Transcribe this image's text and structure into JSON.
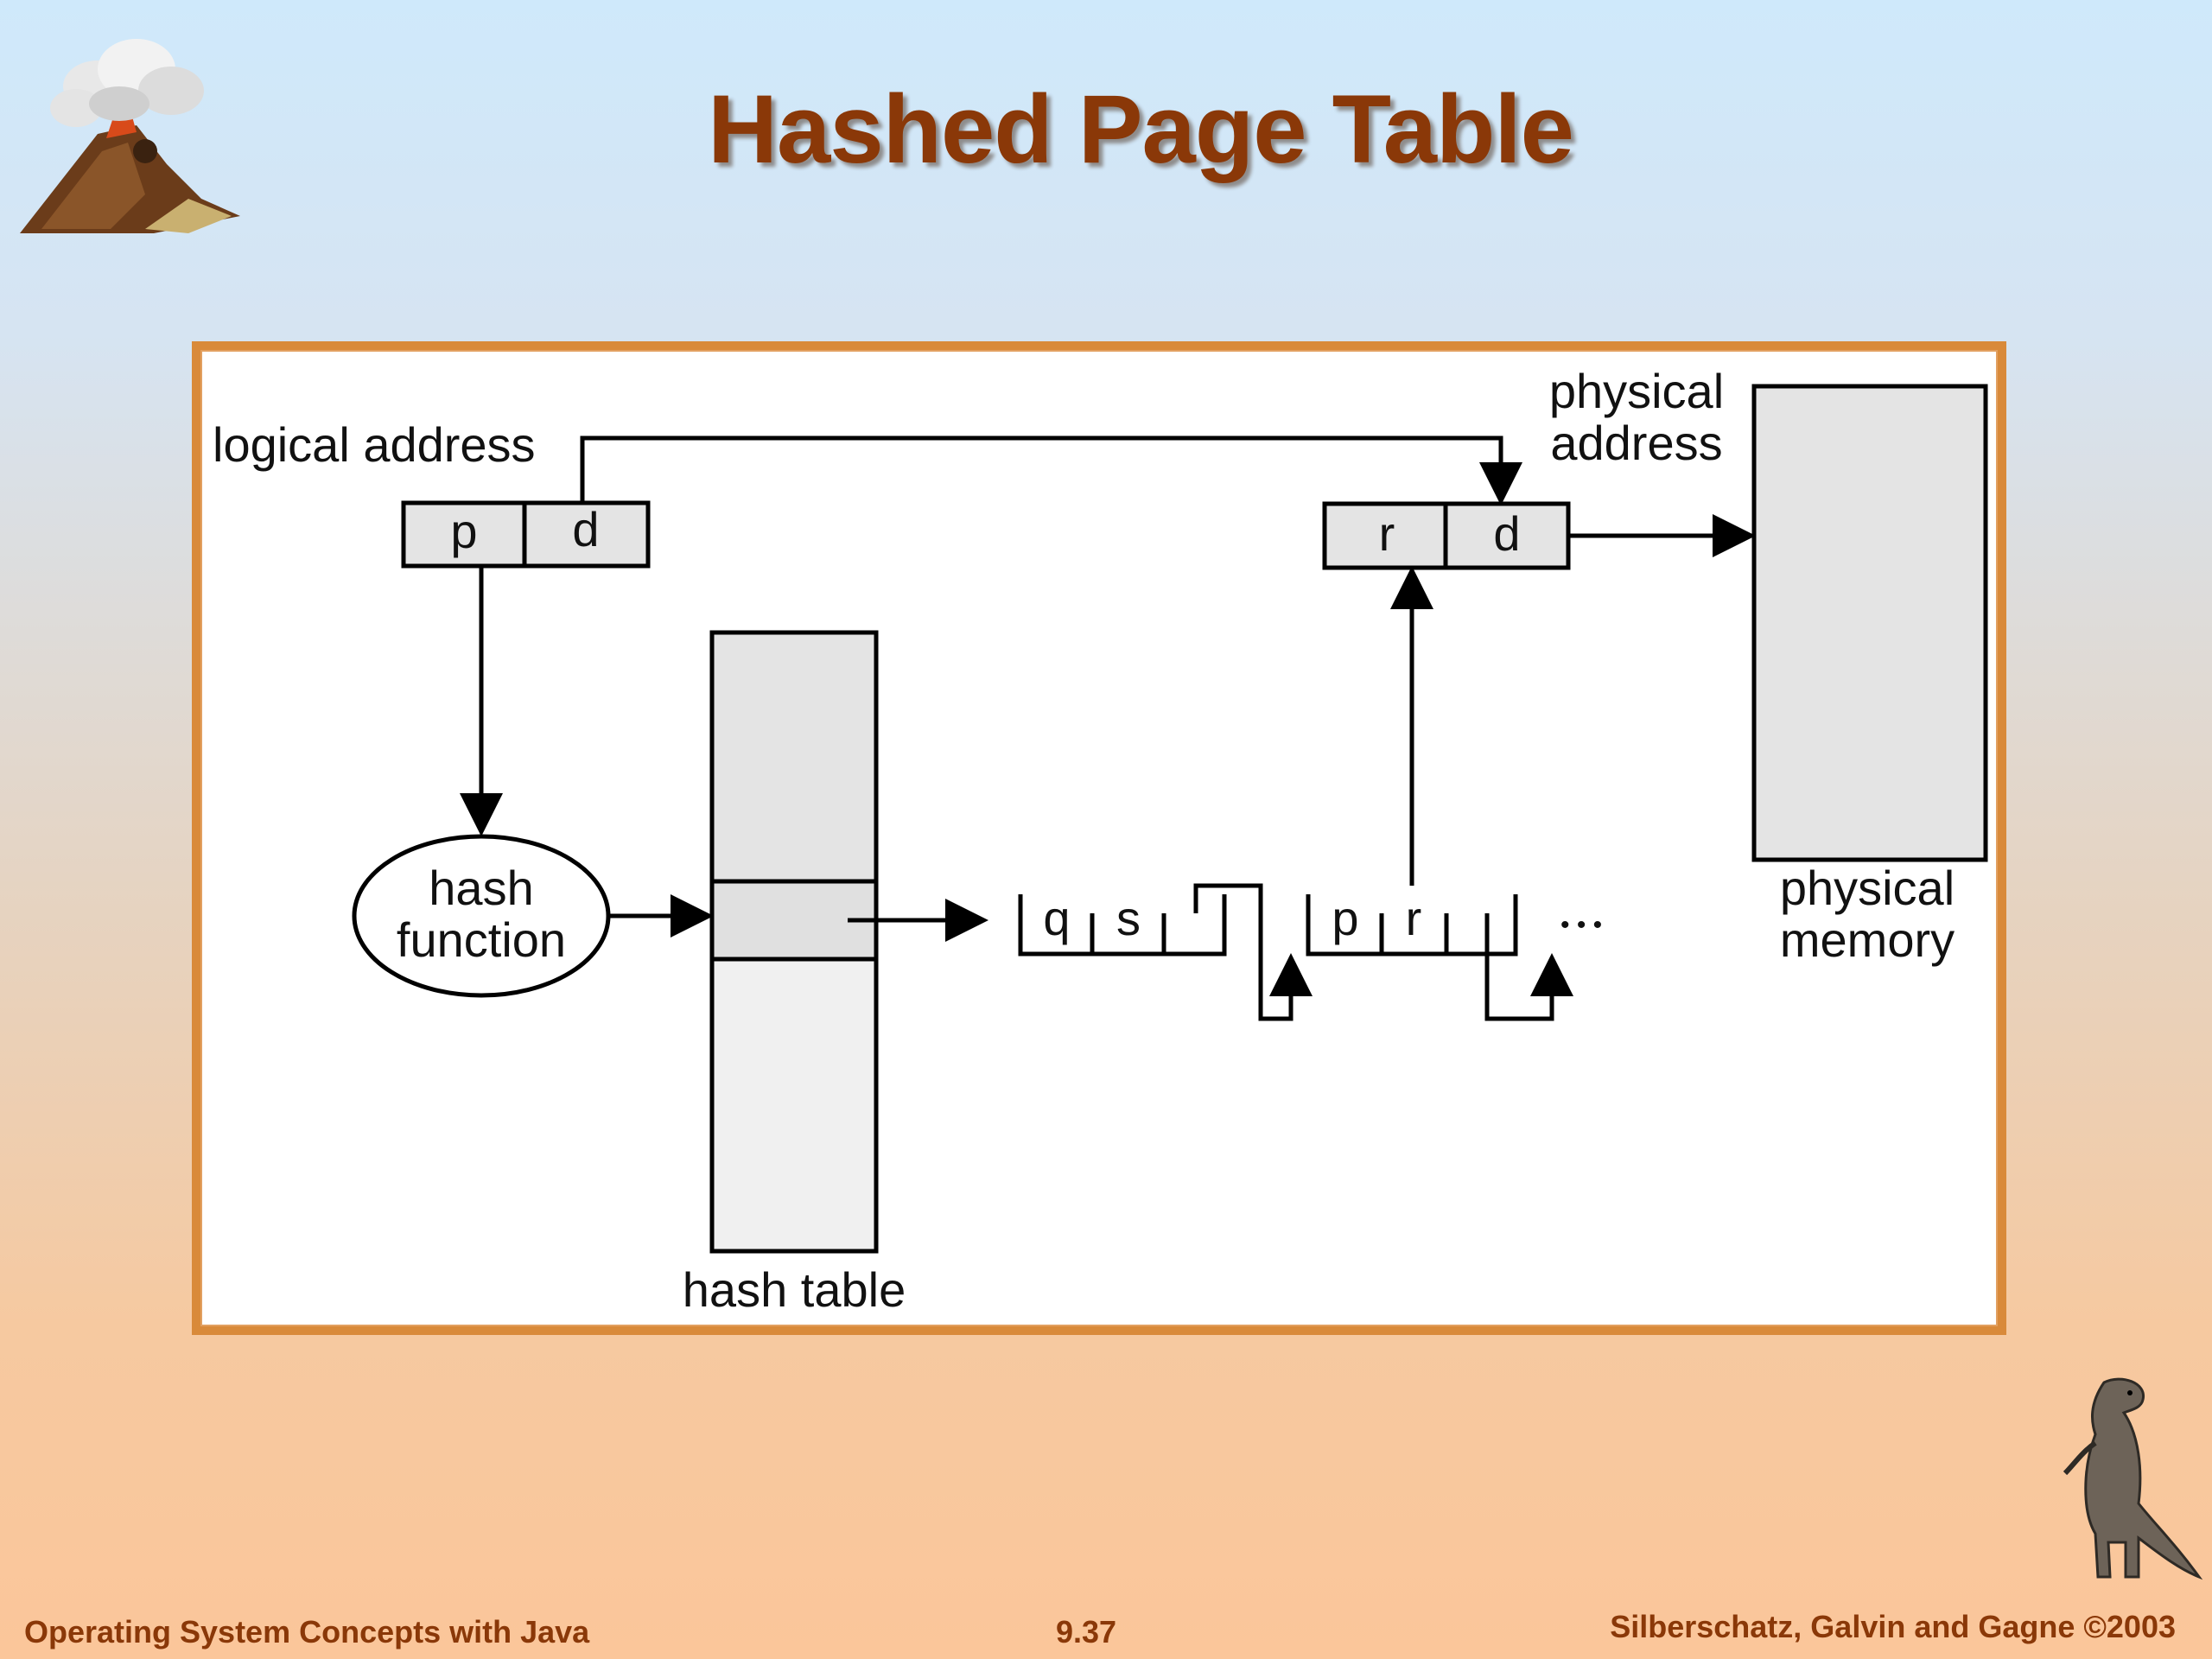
{
  "slide": {
    "title": "Hashed Page Table"
  },
  "diagram": {
    "logical_address_label": "logical address",
    "logical_p": "p",
    "logical_d": "d",
    "physical_address_label_line1": "physical",
    "physical_address_label_line2": "address",
    "physical_r": "r",
    "physical_d": "d",
    "hash_function_line1": "hash",
    "hash_function_line2": "function",
    "hash_table_label": "hash table",
    "chain_node1_field1": "q",
    "chain_node1_field2": "s",
    "chain_node2_field1": "p",
    "chain_node2_field2": "r",
    "ellipsis": "• • •",
    "physical_memory_line1": "physical",
    "physical_memory_line2": "memory"
  },
  "footer": {
    "left": "Operating System Concepts with Java",
    "center": "9.37",
    "right": "Silberschatz, Galvin and Gagne ©2003"
  },
  "icons": {
    "top_left": "volcano-icon",
    "bottom_right": "dinosaur-icon"
  }
}
